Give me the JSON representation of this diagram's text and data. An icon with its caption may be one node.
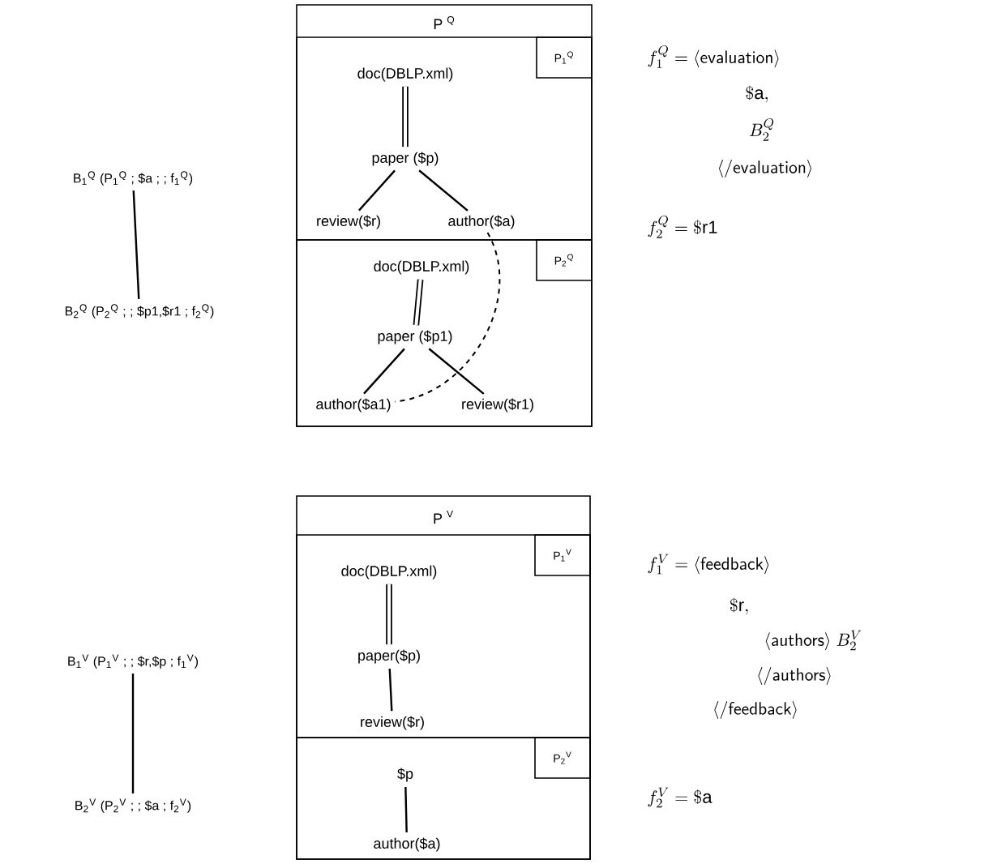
{
  "diagram": {
    "nodes": [
      {
        "text": [
          "P $^{Q}$"
        ]
      },
      {
        "text": [
          "P$_{1}$$^{Q}$"
        ],
        "in": 0
      },
      {
        "text": [
          "doc(DBLP.xml)"
        ],
        "in": 1
      },
      {
        "text": [
          "paper ($p)"
        ],
        "in": 1
      },
      {
        "text": [
          "review($r)"
        ],
        "in": 1
      },
      {
        "text": [
          "author($a)"
        ],
        "in": 1
      },
      {
        "text": [
          "P$_{2}$$^{Q}$"
        ],
        "in": 0
      },
      {
        "text": [
          "doc(DBLP.xml)"
        ],
        "in": 6
      },
      {
        "text": [
          "paper ($p1)"
        ],
        "in": 6
      },
      {
        "text": [
          "author($a1)"
        ],
        "in": 6
      },
      {
        "text": [
          "review($r1)"
        ],
        "in": 6
      },
      {
        "text": [
          "B$_{1}$$^{Q}$ (P$_{1}$$^{Q}$ ; $a ; ; f$_{1}$$^{Q}$)"
        ]
      },
      {
        "text": [
          "B$_{2}$$^{Q}$ (P$_{2}$$^{Q}$ ; ; $p1,$r1 ; f$_{2}$$^{Q}$)"
        ]
      },
      {
        "text": [
          "P $^{V}$"
        ]
      },
      {
        "text": [
          "P$_{1}$$^{V}$"
        ],
        "in": 13
      },
      {
        "text": [
          "doc(DBLP.xml)"
        ],
        "in": 14
      },
      {
        "text": [
          "paper($p)"
        ],
        "in": 14
      },
      {
        "text": [
          "review($r)"
        ],
        "in": 14
      },
      {
        "text": [
          "P$_{2}$$^{V}$"
        ],
        "in": 13
      },
      {
        "text": [
          "$p"
        ],
        "in": 18
      },
      {
        "text": [
          "author($a)"
        ],
        "in": 18
      },
      {
        "text": [
          "B$_{1}$$^{V}$ (P$_{1}$$^{V}$ ; ; $r,$p ; f$_{1}$$^{V}$)"
        ]
      },
      {
        "text": [
          "B$_{2}$$^{V}$ (P$_{2}$$^{V}$ ; ; $a ; f$_{2}$$^{V}$)"
        ]
      }
    ],
    "edges": [
      {
        "from": 2,
        "to": 3,
        "arrow": "none",
        "style": "thick"
      },
      {
        "from": 3,
        "to": 4,
        "arrow": "none"
      },
      {
        "from": 3,
        "to": 5,
        "arrow": "none"
      },
      {
        "from": 7,
        "to": 8,
        "arrow": "none",
        "style": "thick"
      },
      {
        "from": 8,
        "to": 9,
        "arrow": "none"
      },
      {
        "from": 8,
        "to": 10,
        "arrow": "none"
      },
      {
        "from": 5,
        "to": 9,
        "arrow": "none",
        "style": "dashed"
      },
      {
        "from": 11,
        "to": 12,
        "arrow": "none"
      },
      {
        "from": 15,
        "to": 16,
        "arrow": "none",
        "style": "thick"
      },
      {
        "from": 16,
        "to": 17,
        "arrow": "none"
      },
      {
        "from": 19,
        "to": 20,
        "arrow": "none"
      },
      {
        "from": 21,
        "to": 22,
        "arrow": "none"
      }
    ],
    "labels": [
      "f_1^Q = \\langle\\textsf{evaluation}\\rangle",
      "\\$\\mathrm{a},",
      "B_2^Q",
      "\\langle/\\textsf{evaluation}\\rangle",
      "f_2^Q = \\$\\mathrm{r1}",
      "f_1^V = \\langle\\textsf{feedback}\\rangle",
      "\\$\\mathrm{r},",
      "\\langle\\textsf{authors}\\rangle\\ B_2^V",
      "\\langle/\\textsf{authors}\\rangle",
      "\\langle/\\textsf{feedback}\\rangle",
      "f_2^V = \\$\\mathrm{a}"
    ]
  }
}
